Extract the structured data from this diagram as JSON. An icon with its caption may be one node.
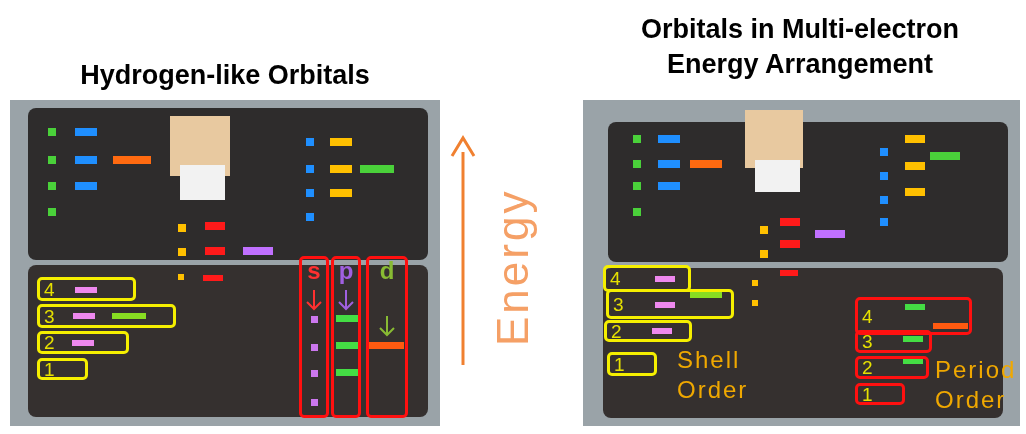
{
  "diagram": {
    "nodes": [
      {
        "text": [
          "4"
        ]
      },
      {
        "text": [
          "3"
        ]
      },
      {
        "text": [
          "2"
        ]
      },
      {
        "text": [
          "1"
        ]
      },
      {
        "text": [
          "s"
        ]
      },
      {
        "text": [
          "p"
        ]
      },
      {
        "text": [
          "d"
        ]
      },
      {
        "text": [
          "4"
        ]
      },
      {
        "text": [
          "3"
        ]
      },
      {
        "text": [
          "2"
        ]
      },
      {
        "text": [
          "1"
        ]
      },
      {
        "text": [
          "4"
        ]
      },
      {
        "text": [
          "3"
        ]
      },
      {
        "text": [
          "2"
        ]
      },
      {
        "text": [
          "1"
        ]
      }
    ],
    "labels": [
      "Hydrogen-like Orbitals",
      "Orbitals in Multi-electron Energy Arrangement",
      "Energy",
      "Shell Order",
      "Period Order"
    ]
  }
}
